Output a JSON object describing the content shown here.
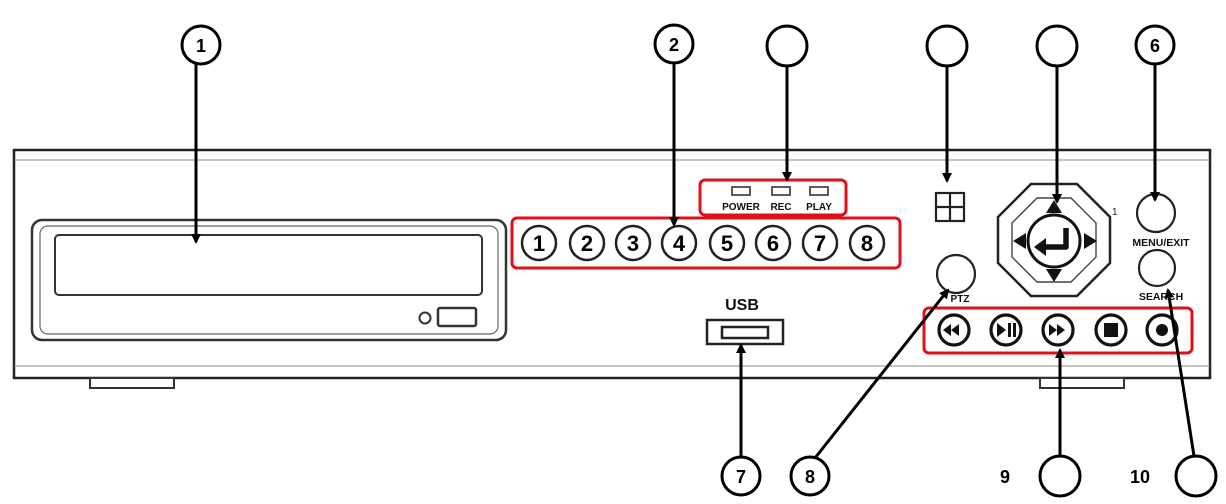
{
  "callouts": {
    "c1": "1",
    "c2": "2",
    "c3": "",
    "c4": "",
    "c5": "",
    "c6": "6",
    "c7": "7",
    "c8": "8",
    "c9": "",
    "c10": "",
    "side9": "9",
    "side10": "10"
  },
  "panel": {
    "channels": [
      "1",
      "2",
      "3",
      "4",
      "5",
      "6",
      "7",
      "8"
    ],
    "leds": [
      "POWER",
      "REC",
      "PLAY"
    ],
    "usb_label": "USB",
    "ptz_label": "PTZ",
    "menu_label": "MENU/EXIT",
    "search_label": "SEARCH"
  },
  "colors": {
    "highlight": "#e0101a",
    "ink": "#000000",
    "panel_line": "#222222"
  },
  "icons": {
    "multiview": "quad-split-icon",
    "enter": "enter-arrow-icon",
    "playback": [
      "rewind-icon",
      "play-pause-icon",
      "fast-forward-icon",
      "stop-icon",
      "record-icon"
    ]
  }
}
